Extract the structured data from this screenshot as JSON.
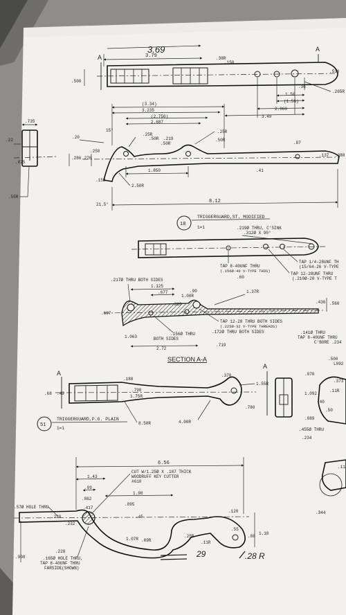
{
  "top_view": {
    "handwritten": "3.69",
    "section_a_left": "A",
    "section_a_right": "A",
    "dims": {
      "len_379": "3.79",
      "r_38": ".38R",
      "d_150": ".150",
      "d_500": ".500",
      "d_530": ".530",
      "r_265": ".265R",
      "d_36": ".36",
      "d_150b": "1.50",
      "d_156": "(1.56)",
      "d_2060": "2.060",
      "d_349": "3.49"
    }
  },
  "side_view": {
    "dims": {
      "d_334": "(3.34)",
      "d_3235": "3.235",
      "d_2750": "(2.750)",
      "d_2687": "2.687",
      "d_20": ".20",
      "ang_15": "15°",
      "r_25a": ".25R",
      "r_50a": ".50R",
      "d_219": ".219",
      "r_50b": ".50R",
      "r_25b": ".25R",
      "r_50c": ".50R",
      "d_250": ".250",
      "d_875": ".875",
      "d_286": ".286",
      "d_276": ".276",
      "d_1850": "1.850",
      "d_153": ".153",
      "r_250": "2.50R",
      "d_41": ".41",
      "d_87": ".87",
      "d_137": ".137",
      "d_380": ".380",
      "d_215": "21.5°",
      "d_812": "8.12"
    }
  },
  "end_view": {
    "d_735": ".735",
    "d_22": ".22",
    "r_55": ".55R"
  },
  "label_18": {
    "number": "18",
    "title": "TRIGGERGUARD,ST. MODIFIED",
    "scale": "1=1"
  },
  "notes_mid": {
    "n1": ".219Ø THRU, C'SINK",
    "n1b": ".312Ø X 90°",
    "n2": "TAP 8-40UNF THRU",
    "n2b": "(.156Ø-40 V-TYPE THDS)",
    "n3": "TAP 1/4-28UNF TH",
    "n3b": "(15/64-26 V-TYPE",
    "n4": "TAP 12-28UNF THRU",
    "n4b": "(.210Ø-28 V-TYPE T",
    "d_60": ".60"
  },
  "section_view": {
    "n_217": ".217Ø THRU BOTH SIDES",
    "d_1125": "1.125",
    "d_677": ".677",
    "d_90": ".90",
    "d_100r": "1.00R",
    "d_137r": "1.37R",
    "d_697": ".697",
    "d_310": ".310",
    "d_436": ".436",
    "d_560": ".560",
    "d_1063": "1.063",
    "n_156": ".156Ø THRU",
    "n_156b": "BOTH SIDES",
    "n_tap": "TAP 12-28 THRU BOTH SIDES",
    "n_tapb": "(.225Ø-32 V-TYPE THREADS)",
    "n_172": ".172Ø THRU BOTH SIDES",
    "d_272": "2.72",
    "d_719": ".719",
    "n_141": ".141Ø THRU",
    "n_141b": "TAP 8-40UNF THRU",
    "n_141c": "C'BORE .234",
    "title": "SECTION A-A"
  },
  "pg_view": {
    "a_left": "A",
    "a_right": "A",
    "d_188": ".188",
    "d_370": ".370",
    "d_155r": "1.55R",
    "d_798": ".798",
    "d_175r": "1.75R",
    "d_68": ".68",
    "d_49": ".49",
    "d_780": ".780",
    "r_850": "8.50R",
    "r_400": "4.00R",
    "d_500": ".500",
    "d_l092": "L092",
    "d_070": ".070",
    "d_373": ".373",
    "d_1092": "1.092",
    "d_11r": ".11R",
    "d_40": ".40",
    "d_50": ".50",
    "d_089": ".089",
    "d_455": ".455Ø THRU",
    "d_234": ".234"
  },
  "label_51": {
    "number": "51",
    "title": "TRIGGERGUARD,P.G. PLAIN",
    "scale": "1=1"
  },
  "bottom_view": {
    "d_656": "6.56",
    "d_143": "1.43",
    "d_99": ".99",
    "d_862": ".862",
    "d_417": ".417",
    "n_57": ".57Ø HOLE THRU",
    "d_220": ".220",
    "d_232": ".232",
    "d_228": ".228",
    "d_908": ".908",
    "n_165": ".165Ø HOLE THRU,",
    "n_165b": "TAP 8-40UNF THRU",
    "n_165c": "FARSIDE(SHOWN)",
    "n_cut": "CUT W/1.25Ø X .187 THICK",
    "n_cutb": "WOODRUFF KEY CUTTER",
    "n_cutc": "#610",
    "d_198": "1.98",
    "d_895": ".895",
    "d_45": ".45",
    "r_107": "1.07R",
    "r_89": ".89R",
    "r_25": ".25R",
    "r_11": ".11R",
    "d_55": ".55",
    "d_120": ".120",
    "d_88": ".88",
    "d_118": "1.18",
    "hand_29": "29",
    "hand_28r": ".28 R",
    "d_344": ".344",
    "d_11": ".11"
  }
}
